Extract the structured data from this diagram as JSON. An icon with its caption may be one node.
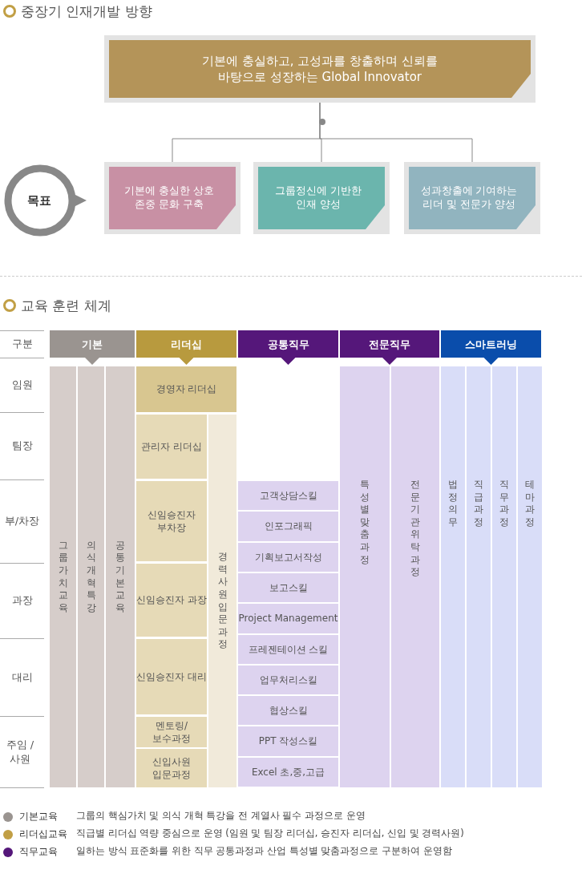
{
  "diagram": {
    "title": "중장기 인재개발 방향",
    "nodes": [
      {
        "text": [
          "기본에 충실하고, 고성과를 창출하며 신뢰를 바탕으로 성장하는 Global Innovator"
        ]
      },
      {
        "text": [
          "기본에 충실한 상호 존중 문화 구축"
        ]
      },
      {
        "text": [
          "그룹정신에 기반한 인재 양성"
        ]
      },
      {
        "text": [
          "성과창출에 기여하는 리더 및 전문가 양성"
        ]
      },
      {
        "text": [
          "목표"
        ]
      },
      {
        "text": [
          "기본"
        ]
      },
      {
        "text": [
          "리더십"
        ]
      },
      {
        "text": [
          "공통직무"
        ]
      },
      {
        "text": [
          "전문직무"
        ]
      },
      {
        "text": [
          "스마트러닝"
        ]
      },
      {
        "text": [
          "그룹 가치 교육"
        ]
      },
      {
        "text": [
          "의식 개혁 특강"
        ]
      },
      {
        "text": [
          "공통 기본 교육"
        ]
      },
      {
        "text": [
          "경영자 리더십"
        ]
      },
      {
        "text": [
          "관리자 리더십"
        ]
      },
      {
        "text": [
          "신임승진자 부차장"
        ]
      },
      {
        "text": [
          "신임승진자 과장"
        ]
      },
      {
        "text": [
          "신임승진자 대리"
        ]
      },
      {
        "text": [
          "멘토링/ 보수과정"
        ]
      },
      {
        "text": [
          "신입사원 입문과정"
        ]
      },
      {
        "text": [
          "경력사원 입문과정"
        ]
      },
      {
        "text": [
          "고객상담스킬"
        ]
      },
      {
        "text": [
          "인포그래픽"
        ]
      },
      {
        "text": [
          "기획보고서작성"
        ]
      },
      {
        "text": [
          "보고스킬"
        ]
      },
      {
        "text": [
          "Project Management"
        ]
      },
      {
        "text": [
          "프레젠테이션 스킬"
        ]
      },
      {
        "text": [
          "업무처리스킬"
        ]
      },
      {
        "text": [
          "협상스킬"
        ]
      },
      {
        "text": [
          "PPT 작성스킬"
        ]
      },
      {
        "text": [
          "Excel 초,중,고급"
        ]
      },
      {
        "text": [
          "특성별 맞춤 과정"
        ]
      },
      {
        "text": [
          "전문기관 위탁과정"
        ]
      },
      {
        "text": [
          "법정의무"
        ]
      },
      {
        "text": [
          "직급과정"
        ]
      },
      {
        "text": [
          "직무과정"
        ]
      },
      {
        "text": [
          "테마과정"
        ]
      }
    ],
    "edges": [
      {
        "from": 0,
        "to": 1,
        "arrow": "none"
      },
      {
        "from": 0,
        "to": 2,
        "arrow": "none"
      },
      {
        "from": 0,
        "to": 3,
        "arrow": "none"
      }
    ],
    "labels": [
      "교육 훈련 체계",
      "구분",
      "임원",
      "팀장",
      "부/차장",
      "과장",
      "대리",
      "주임 /사원",
      "그룹의 핵심가치 및 의식 개혁 특강을 전 계열사 필수 과정으로 운영",
      "직급별 리더십 역량 중심으로 운영 (임원 및 팀장 리더십, 승진자 리더십, 신입 및 경력사원)",
      "일하는 방식 표준화를 위한 직무 공통과정과 산업 특성별 맞춤과정으로 구분하여 운영함"
    ],
    "legend": [
      {
        "text": "기본교육",
        "color": "#9a9490"
      },
      {
        "text": "리더십교육",
        "color": "#c19f45"
      },
      {
        "text": "직무교육",
        "color": "#55177a"
      }
    ]
  }
}
